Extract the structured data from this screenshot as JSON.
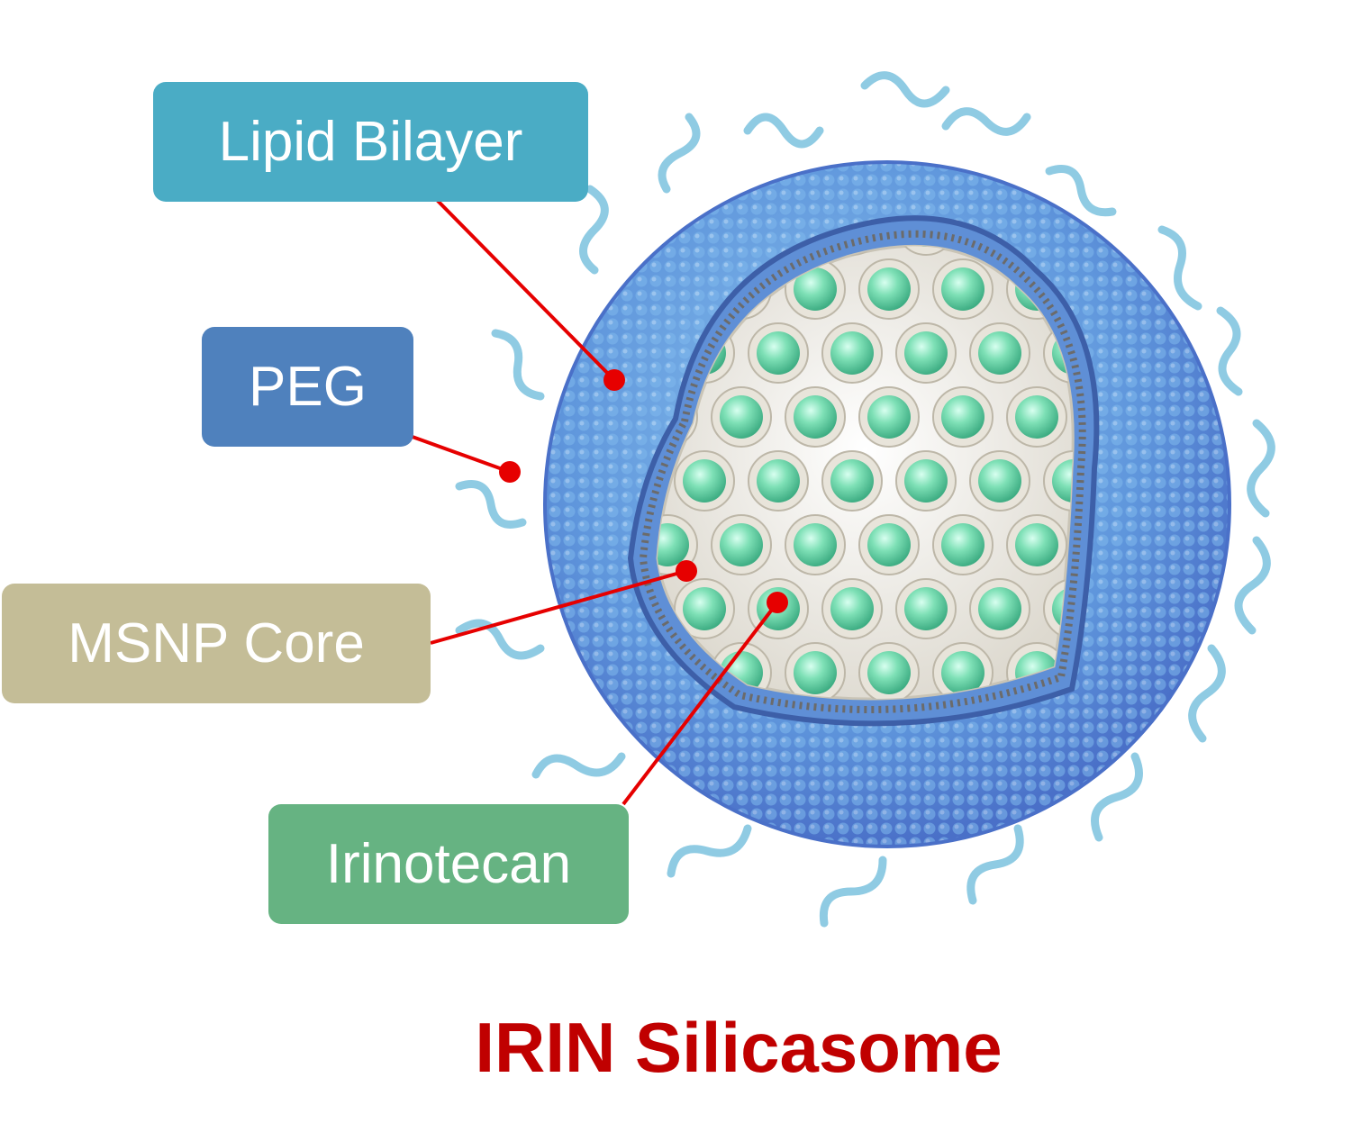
{
  "labels": {
    "lipid_bilayer": "Lipid Bilayer",
    "peg": "PEG",
    "msnp_core": "MSNP Core",
    "irinotecan": "Irinotecan"
  },
  "caption": "IRIN Silicasome",
  "colors": {
    "lipid_bilayer_box": "#4aacc5",
    "peg_box": "#4f81bd",
    "msnp_core_box": "#c4bd97",
    "irinotecan_box": "#66b382",
    "leader_line": "#e60000",
    "caption": "#c00000",
    "bilayer_outer": "#6fa8dc",
    "bilayer_dark": "#3d6fc4",
    "core_bg": "#f2f0ea",
    "drug_sphere": "#7ee0b6",
    "peg_chain": "#8fcbe3"
  }
}
